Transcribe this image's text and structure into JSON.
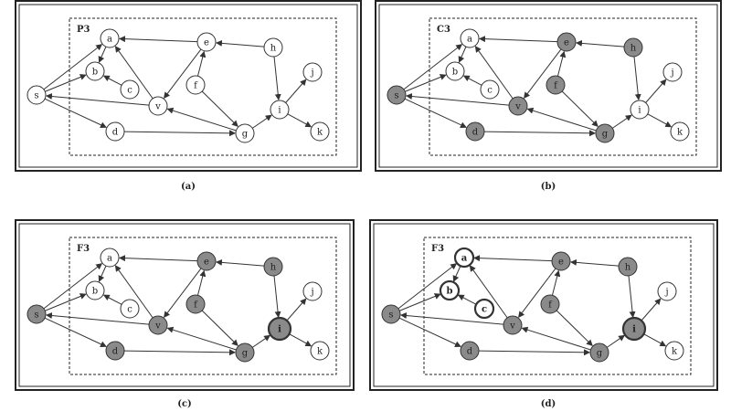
{
  "colors": {
    "frame": "#222222",
    "shaded": "#8a8a8a",
    "unshaded": "#ffffff",
    "edge": "#333333",
    "text": "#222222"
  },
  "panels": [
    {
      "label": "P3",
      "caption": "(a)",
      "shaded": [],
      "bold": [],
      "focus": []
    },
    {
      "label": "C3",
      "caption": "(b)",
      "shaded": [
        "s",
        "e",
        "h",
        "f",
        "v",
        "d",
        "g"
      ],
      "bold": [],
      "focus": []
    },
    {
      "label": "F3",
      "caption": "(c)",
      "shaded": [
        "s",
        "e",
        "h",
        "f",
        "v",
        "d",
        "g",
        "i"
      ],
      "bold": [],
      "focus": [
        "i"
      ]
    },
    {
      "label": "F3",
      "caption": "(d)",
      "shaded": [
        "s",
        "e",
        "h",
        "f",
        "v",
        "d",
        "g",
        "i"
      ],
      "bold": [
        "a",
        "b",
        "c"
      ],
      "focus": [
        "i"
      ]
    }
  ],
  "nodes": [
    "a",
    "b",
    "c",
    "d",
    "e",
    "f",
    "g",
    "h",
    "i",
    "j",
    "k",
    "s",
    "v"
  ],
  "edges": [
    [
      "s",
      "a"
    ],
    [
      "s",
      "b"
    ],
    [
      "s",
      "d"
    ],
    [
      "v",
      "s"
    ],
    [
      "a",
      "b"
    ],
    [
      "c",
      "b"
    ],
    [
      "v",
      "a"
    ],
    [
      "e",
      "a"
    ],
    [
      "e",
      "v"
    ],
    [
      "f",
      "e"
    ],
    [
      "h",
      "e"
    ],
    [
      "f",
      "g"
    ],
    [
      "h",
      "i"
    ],
    [
      "g",
      "v"
    ],
    [
      "d",
      "g"
    ],
    [
      "g",
      "i"
    ],
    [
      "i",
      "j"
    ],
    [
      "i",
      "k"
    ]
  ]
}
